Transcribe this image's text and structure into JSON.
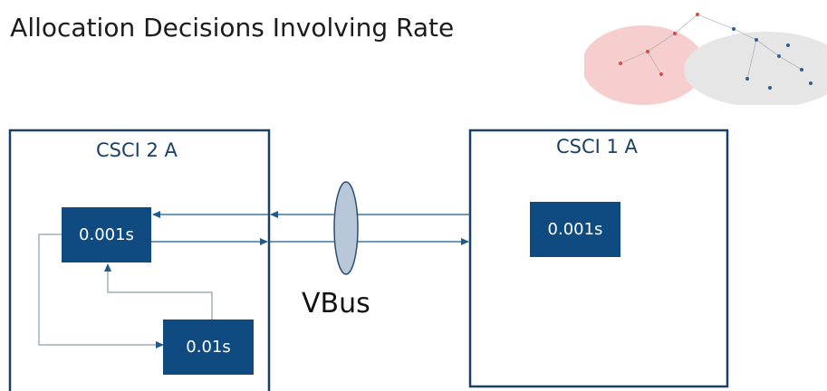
{
  "slide": {
    "title": "I Allocation Decisions Involving Rate"
  },
  "diagram": {
    "left_block": {
      "title": "CSCI 2 A",
      "fast_task": "0.001s",
      "slow_task": "0.01s"
    },
    "right_block": {
      "title": "CSCI 1 A",
      "task": "0.001s"
    },
    "bus_label": "VBus"
  },
  "colors": {
    "frame": "#1b3f66",
    "task_fill": "#0f4a80",
    "arrow": "#1f5a8a",
    "thin_line": "#8a9fb3",
    "lens_fill": "#b8c8d8",
    "lens_stroke": "#2c4f72"
  }
}
